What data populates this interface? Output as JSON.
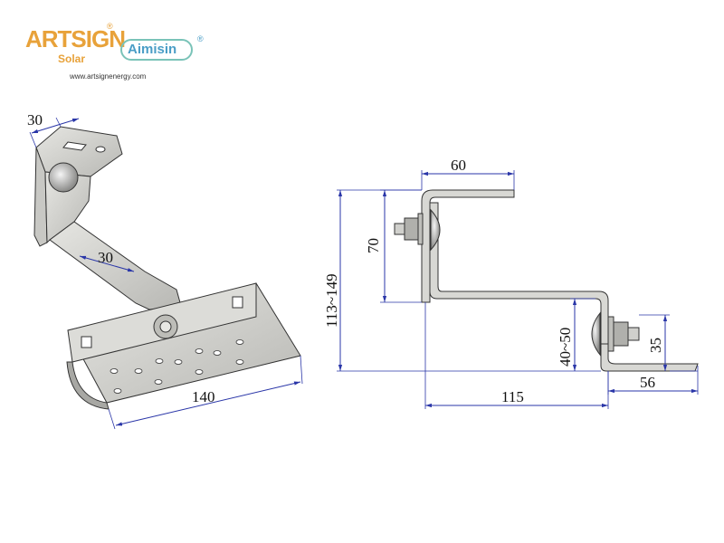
{
  "brand": {
    "artsign_main": "ARTSIGN",
    "artsign_sub": "Solar",
    "registered_mark": "®",
    "aimisin": "Aimisin",
    "website": "www.artsignenergy.com",
    "brand_orange": "#e8a23a",
    "brand_blue": "#4a9dc6",
    "brand_teal": "#7ac3b8"
  },
  "iso_view": {
    "dim_top_width": "30",
    "dim_arm_width": "30",
    "dim_base_length": "140"
  },
  "side_view": {
    "dim_top_length": "60",
    "dim_upper_height": "70",
    "dim_total_height": "113~149",
    "dim_lower_range": "40~50",
    "dim_lower_height": "35",
    "dim_foot_length": "56",
    "dim_offset": "115"
  },
  "colors": {
    "dimension_line": "#2a36a8",
    "metal": "#d4d4d0",
    "metal_dark": "#9c9c98",
    "outline": "#333333"
  }
}
